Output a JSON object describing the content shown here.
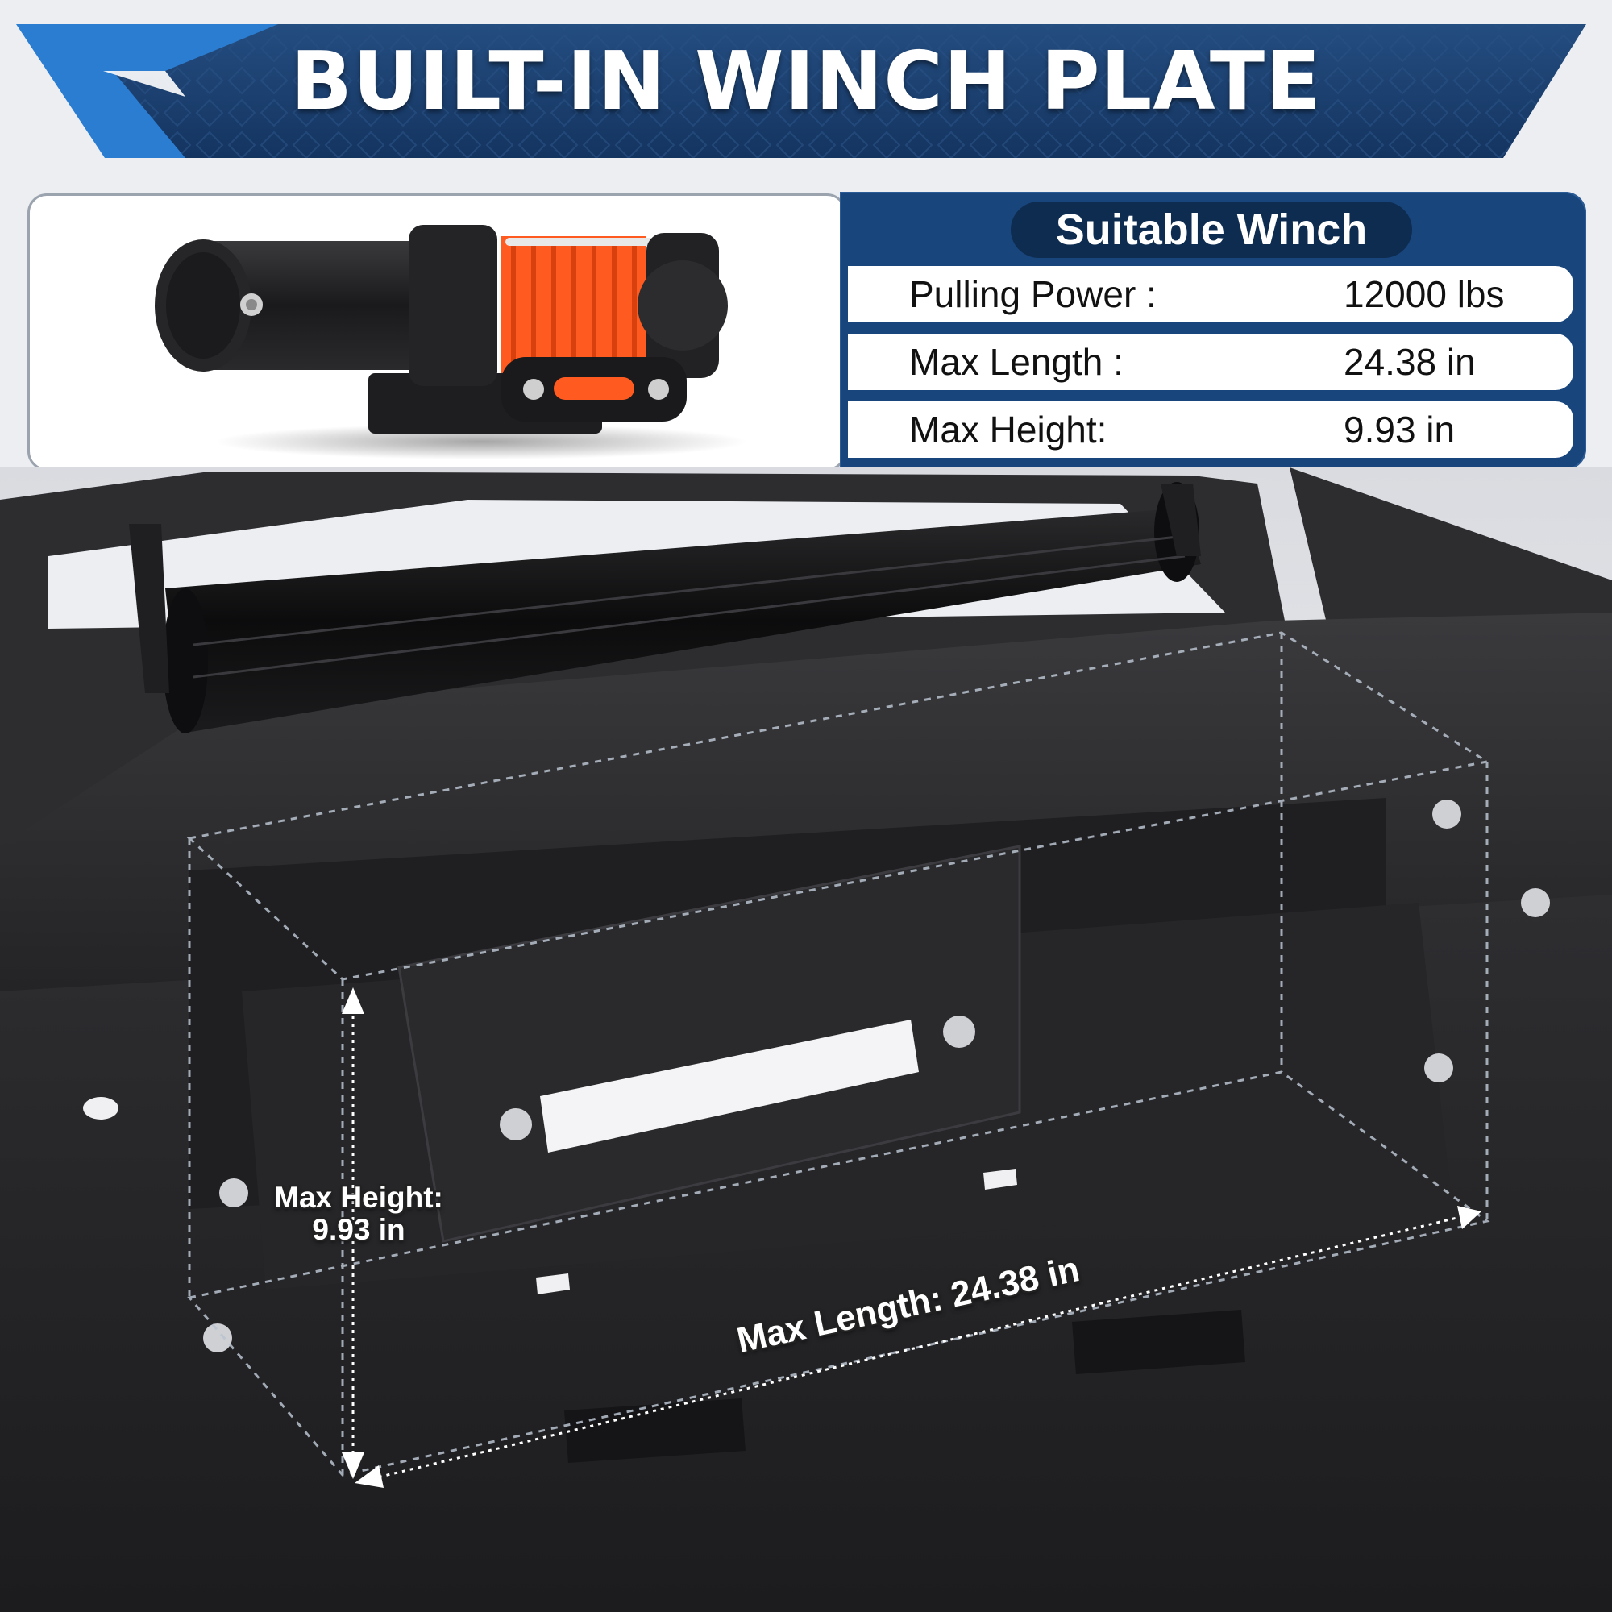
{
  "header": {
    "title": "BUILT-IN WINCH PLATE"
  },
  "specs": {
    "heading": "Suitable Winch",
    "rows": [
      {
        "label": "Pulling Power :",
        "value": "12000 lbs"
      },
      {
        "label": "Max Length :",
        "value": "24.38 in"
      },
      {
        "label": "Max Height:",
        "value": "9.93 in"
      }
    ]
  },
  "dimensions": {
    "height_label_line1": "Max Height:",
    "height_label_line2": "9.93  in",
    "length_label": "Max Length: 24.38 in"
  },
  "colors": {
    "banner_blue": "#1b3f6e",
    "accent_blue": "#2a7dd1",
    "panel_blue": "#19457d",
    "rope_orange": "#ff5a1f",
    "bumper_black": "#2b2b2d"
  },
  "icons": {
    "winch": "winch-illustration",
    "bumper": "bumper-render"
  }
}
